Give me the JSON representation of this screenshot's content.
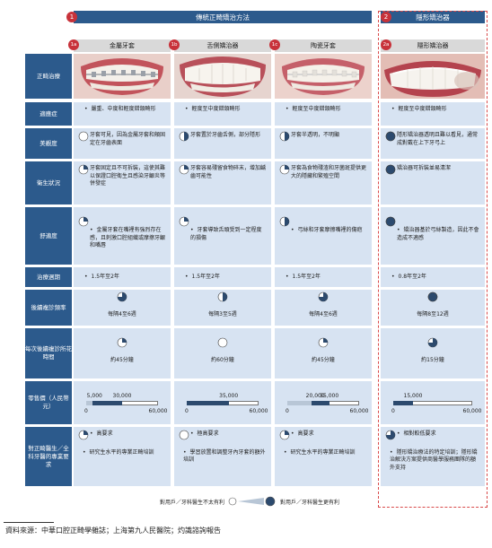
{
  "header": {
    "traditional_num": "1",
    "traditional_title": "傳統正畸矯治方法",
    "invisible_num": "2",
    "invisible_title": "隱形矯治器"
  },
  "columns": [
    {
      "badge": "1a",
      "title": "金屬牙套"
    },
    {
      "badge": "1b",
      "title": "舌側矯治器"
    },
    {
      "badge": "1c",
      "title": "陶瓷牙套"
    },
    {
      "badge": "2a",
      "title": "隱形矯治器"
    }
  ],
  "rows": {
    "treatment": {
      "label": "正畸治療"
    },
    "indication": {
      "label": "適應症",
      "cells": [
        "嚴重、中度和輕度錯頜畸形",
        "輕度至中度錯頜畸形",
        "輕度至中度錯頜畸形",
        "輕度至中度錯頜畸形"
      ]
    },
    "aesthetics": {
      "label": "美觀度",
      "cells": [
        "牙套可見，因為金屬牙套和頰固定在牙齒表面",
        "牙套置於牙齒舌側，部分隱形",
        "牙套半透明，不明顯",
        "隱形矯治器透明且難以看見，通常成對戴在上下牙弓上"
      ],
      "levels": [
        0,
        0.5,
        0.5,
        1
      ]
    },
    "hygiene": {
      "label": "衛生狀況",
      "cells": [
        "牙套固定且不可拆裝，這使其難以保證口腔衛生且感染牙齦炎等併發症",
        "牙套容易殘留食物碎末，增加齲齒可能性",
        "牙套為食物殘渣和牙菌斑提供更大的隱藏和繁殖空間",
        "矯治器可拆裝並易清潔"
      ],
      "levels": [
        0.25,
        0.25,
        0.25,
        1
      ]
    },
    "comfort": {
      "label": "舒適度",
      "cells": [
        "金屬牙套在嘴裡有強烈存在感，且刺激口腔組織或摩擦牙齦和嘴唇",
        "牙套導致舌頭受到一定程度的損傷",
        "弓絲和牙套摩擦嘴裡的傷疤",
        "矯治器基於弓絲製造，因此不會造成不適感"
      ],
      "levels": [
        0.25,
        0.25,
        0.5,
        1
      ]
    },
    "period": {
      "label": "治療週期",
      "cells": [
        "1.5年至2年",
        "1.5年至2年",
        "1.5年至2年",
        "0.8年至2年"
      ]
    },
    "frequency": {
      "label": "後續複診頻率",
      "cells": [
        "每隔4至6週",
        "每隔3至5週",
        "每隔4至6週",
        "每隔8至12週"
      ],
      "levels": [
        0.75,
        0.5,
        0.75,
        1
      ]
    },
    "duration": {
      "label": "每次後續複診所花時間",
      "cells": [
        "約45分鐘",
        "約60分鐘",
        "約45分鐘",
        "約15分鐘"
      ],
      "levels": [
        0.25,
        0,
        0.25,
        0.75
      ]
    },
    "price": {
      "label": "零售價（人民幣元）",
      "ranges": [
        {
          "low_label": "5,000",
          "high_label": "30,000",
          "min_label": "0",
          "max_label": "60,000",
          "low": 5000,
          "high": 30000
        },
        {
          "low_label": "",
          "high_label": "35,000",
          "min_label": "0",
          "max_label": "60,000",
          "low": 0,
          "high": 35000
        },
        {
          "low_label": "20,000",
          "high_label": "35,000",
          "min_label": "0",
          "max_label": "60,000",
          "low": 20000,
          "high": 35000
        },
        {
          "low_label": "",
          "high_label": "15,000",
          "min_label": "0",
          "max_label": "60,000",
          "low": 0,
          "high": 15000
        }
      ]
    },
    "doctor": {
      "label": "對正畸醫生／全科牙醫的專業要求",
      "top": [
        "高要求",
        "極高要求",
        "高要求",
        "相對較低要求"
      ],
      "bottom": [
        "研究生水平的專業正畸培訓",
        "學習放置和調整牙內牙套的額外培訓",
        "研究生水平的專業正畸培訓",
        "隱形矯治療法的特定培訓；隱形矯治解決方案提供商醫學服務團隊的額外支持"
      ],
      "levels": [
        0.25,
        0,
        0.25,
        0.75
      ]
    }
  },
  "legend": {
    "left_text": "對用戶／牙科醫生不太有利",
    "right_text": "對用戶／牙科醫生更有利"
  },
  "source": "資料來源：中華口腔正畸學雜誌；上海第九人民醫院；灼識諮詢報告",
  "colors": {
    "navy": "#2c5a8c",
    "cell": "#d7e3f2",
    "red": "#c8323a"
  }
}
